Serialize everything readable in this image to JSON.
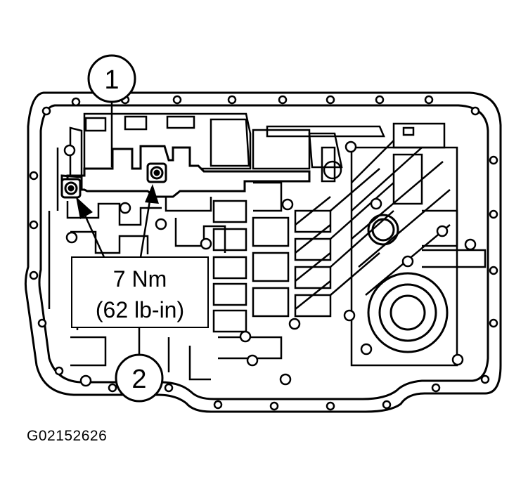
{
  "callouts": [
    {
      "label": "1"
    },
    {
      "label": "2"
    }
  ],
  "torque_spec": {
    "metric": "7 Nm",
    "imperial": "(62 lb-in)"
  },
  "figure_id": "G02152626",
  "colors": {
    "line": "#000000",
    "background": "#ffffff"
  }
}
